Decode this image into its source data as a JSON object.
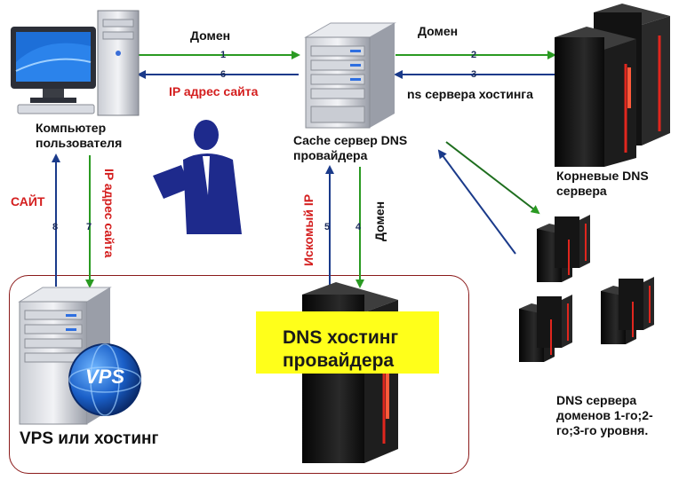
{
  "nodes": {
    "user_pc": "Компьютер\nпользователя",
    "cache_dns": "Cache сервер DNS\nпровайдера",
    "root_dns": "Корневые DNS\nсервера",
    "domain_dns": "DNS сервера\nдоменов 1-го;2-\nго;3-го уровня.",
    "vps": "VPS или хостинг",
    "vps_logo": "VPS",
    "dns_hosting": "DNS хостинг\nпровайдера"
  },
  "edges": {
    "e1": {
      "num": "1",
      "label": "Домен"
    },
    "e2": {
      "num": "2",
      "label": "Домен"
    },
    "e3": {
      "num": "3",
      "label": "ns сервера хостинга"
    },
    "e4": {
      "num": "4",
      "label": "Домен"
    },
    "e5": {
      "num": "5",
      "label": "Искомый IP"
    },
    "e6": {
      "num": "6",
      "label": "IP адрес сайта"
    },
    "e7": {
      "num": "7",
      "label": "IP адрес сайта"
    },
    "e8": {
      "num": "8",
      "label": "САЙТ"
    }
  },
  "colors": {
    "green": "#2a9a22",
    "blue": "#1a3a8a",
    "red": "#d41e1e",
    "dark_red": "#8b1a1a",
    "yellow": "#ffff1a"
  }
}
